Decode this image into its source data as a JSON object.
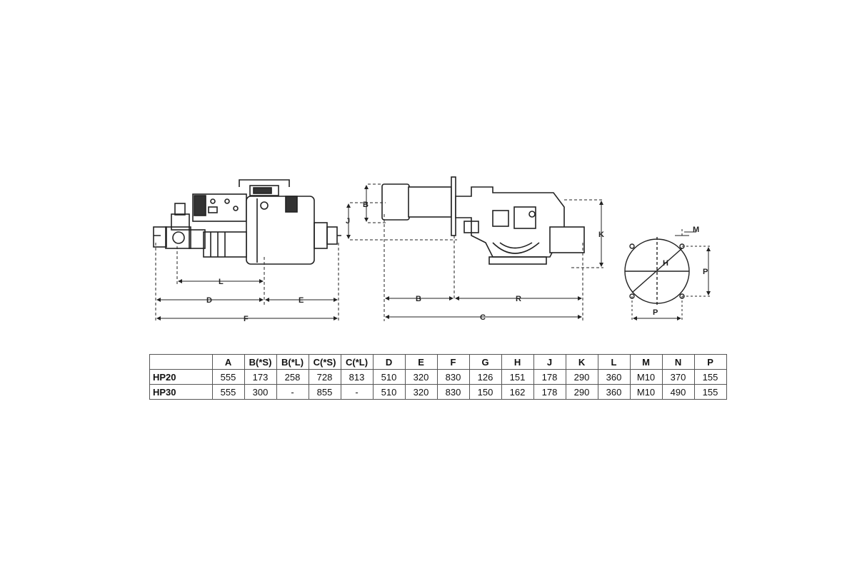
{
  "drawing": {
    "labels": {
      "D": "D",
      "E": "E",
      "F": "F",
      "L": "L",
      "B": "B",
      "C": "C",
      "R": "R",
      "J": "J",
      "K": "K",
      "M": "M",
      "H": "H",
      "P": "P"
    }
  },
  "table": {
    "columns": [
      "A",
      "B(*S)",
      "B(*L)",
      "C(*S)",
      "C(*L)",
      "D",
      "E",
      "F",
      "G",
      "H",
      "J",
      "K",
      "L",
      "M",
      "N",
      "P"
    ],
    "rows": [
      {
        "model": "HP20",
        "values": [
          "555",
          "173",
          "258",
          "728",
          "813",
          "510",
          "320",
          "830",
          "126",
          "151",
          "178",
          "290",
          "360",
          "M10",
          "370",
          "155"
        ]
      },
      {
        "model": "HP30",
        "values": [
          "555",
          "300",
          "-",
          "855",
          "-",
          "510",
          "320",
          "830",
          "150",
          "162",
          "178",
          "290",
          "360",
          "M10",
          "490",
          "155"
        ]
      }
    ]
  }
}
